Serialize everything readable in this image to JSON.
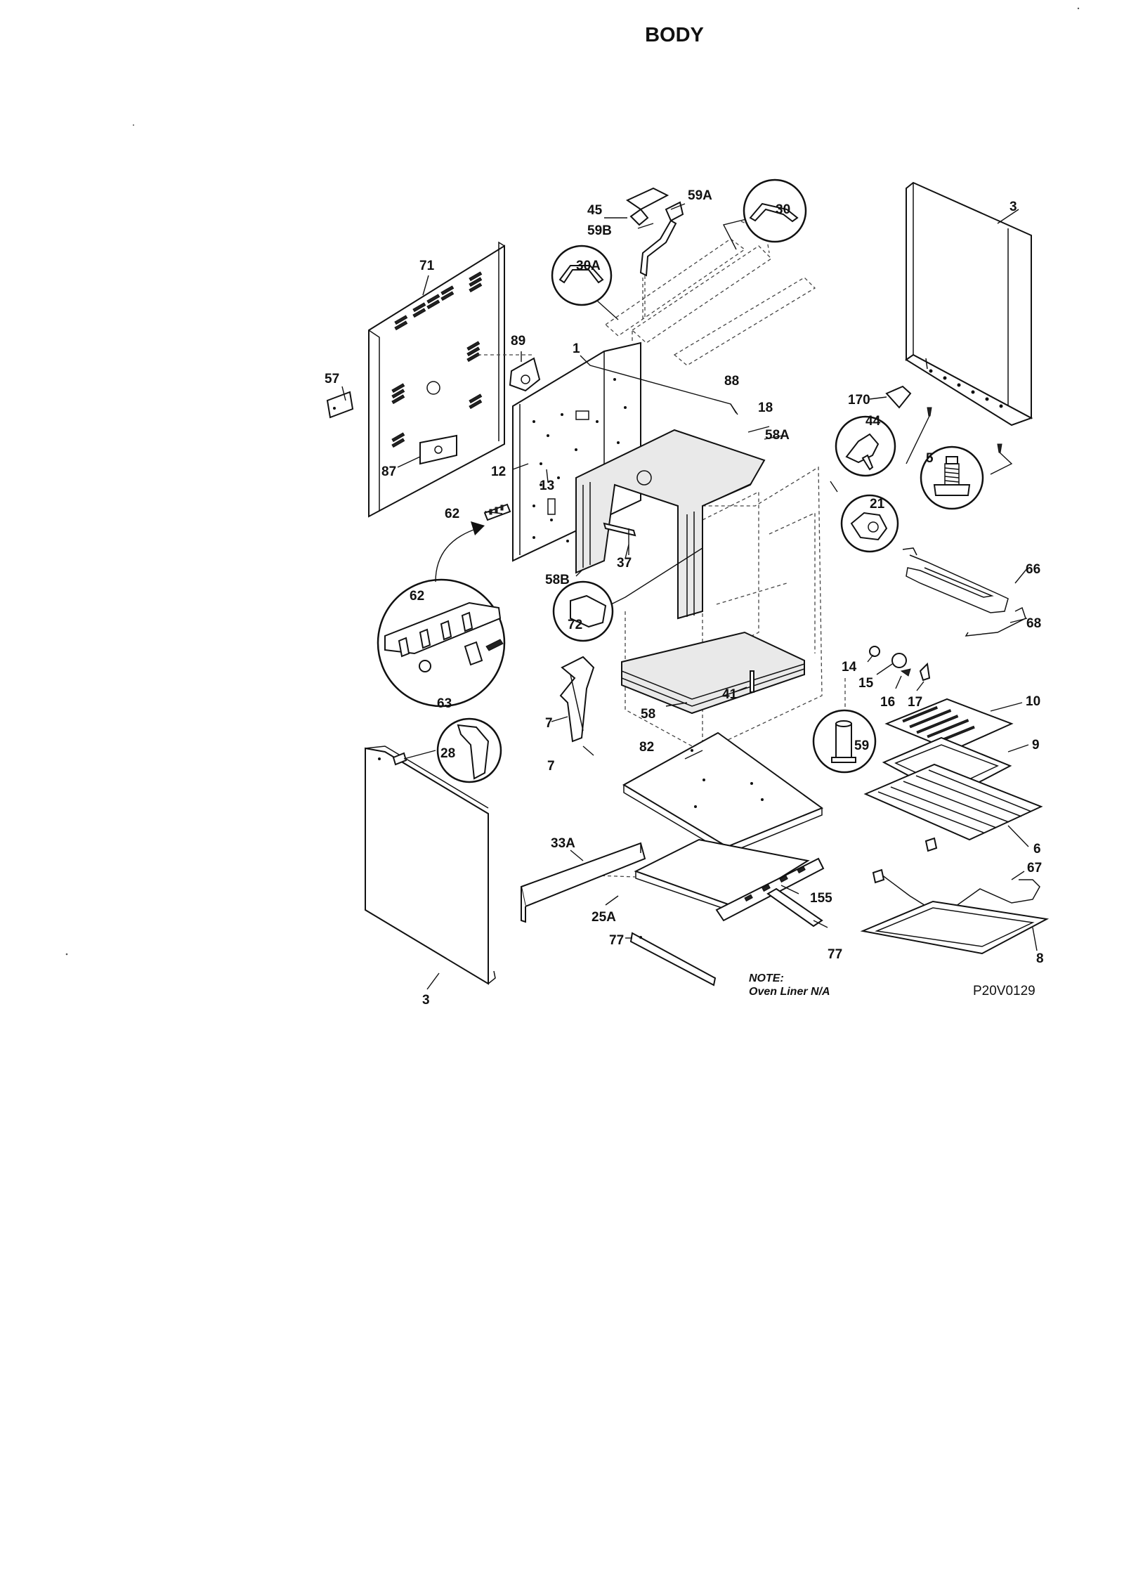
{
  "title": "BODY",
  "labels": {
    "p71": "71",
    "p57": "57",
    "p87": "87",
    "p89": "89",
    "p1": "1",
    "p12": "12",
    "p13": "13",
    "p62a": "62",
    "p62b": "62",
    "p63": "63",
    "p28": "28",
    "p3a": "3",
    "p3b": "3",
    "p45": "45",
    "p59A": "59A",
    "p59B": "59B",
    "p30": "30",
    "p30A": "30A",
    "p88": "88",
    "p18": "18",
    "p58A": "58A",
    "p58B": "58B",
    "p37": "37",
    "p72": "72",
    "p7a": "7",
    "p7b": "7",
    "p58": "58",
    "p41": "41",
    "p82": "82",
    "p33A": "33A",
    "p25A": "25A",
    "p155": "155",
    "p77a": "77",
    "p77b": "77",
    "p170": "170",
    "p44": "44",
    "p5": "5",
    "p21": "21",
    "p66": "66",
    "p68": "68",
    "p14": "14",
    "p15": "15",
    "p16": "16",
    "p17": "17",
    "p10": "10",
    "p9": "9",
    "p6": "6",
    "p67": "67",
    "p8": "8",
    "p59": "59"
  },
  "note_title": "NOTE:",
  "note_text": "Oven Liner N/A",
  "drawing_code": "P20V0129"
}
